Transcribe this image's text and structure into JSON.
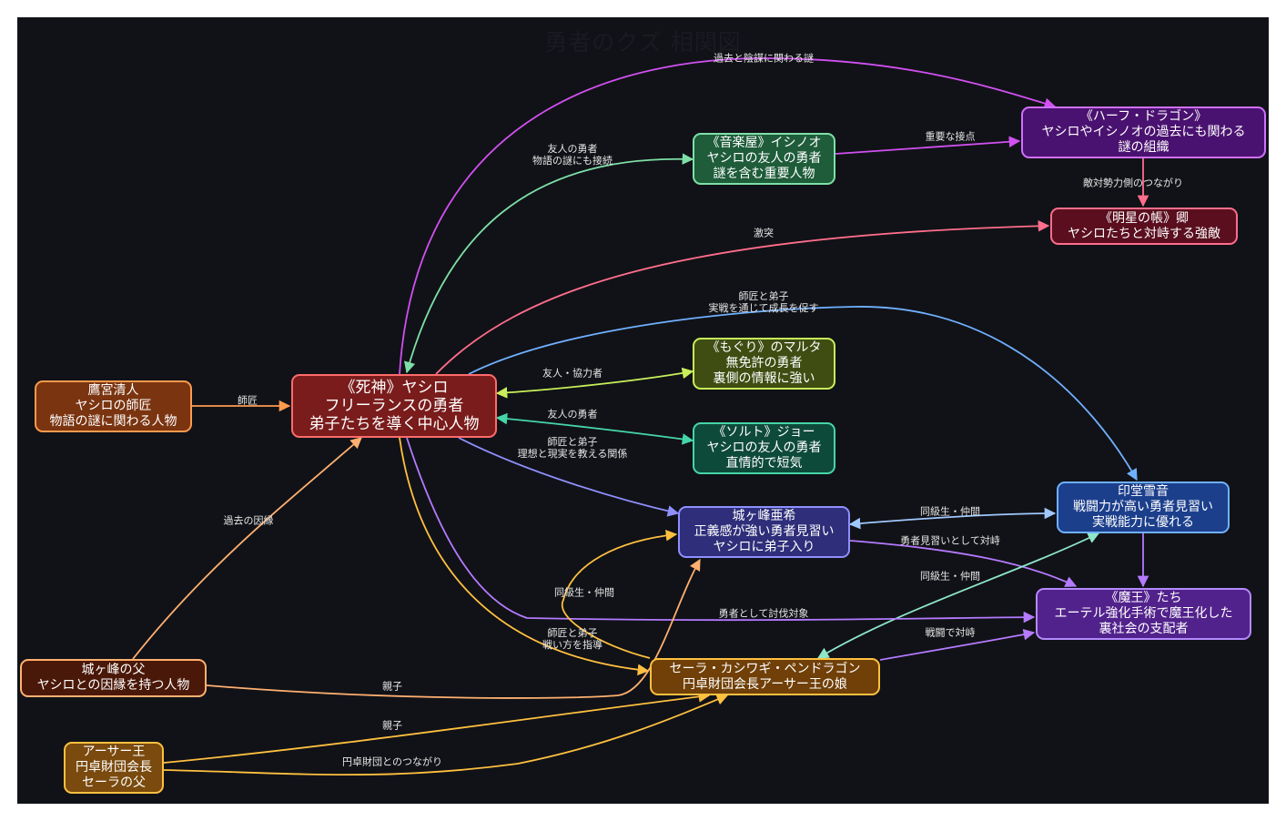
{
  "title": "勇者のクズ 相関図",
  "nodes": {
    "yashiro": {
      "lines": [
        "《死神》ヤシロ",
        "フリーランスの勇者",
        "弟子たちを導く中心人物"
      ],
      "bg": "#7a1c1c",
      "border": "#ff6b6b"
    },
    "takamiya": {
      "lines": [
        "鷹宮清人",
        "ヤシロの師匠",
        "物語の謎に関わる人物"
      ],
      "bg": "#7a3410",
      "border": "#ff9a4d"
    },
    "jougamine_father": {
      "lines": [
        "城ヶ峰の父",
        "ヤシロとの因縁を持つ人物"
      ],
      "bg": "#4a1808",
      "border": "#ffb070"
    },
    "arthur": {
      "lines": [
        "アーサー王",
        "円卓財団会長",
        "セーラの父"
      ],
      "bg": "#7a4a0e",
      "border": "#ffc040"
    },
    "ishinoo": {
      "lines": [
        "《音楽屋》イシノオ",
        "ヤシロの友人の勇者",
        "謎を含む重要人物"
      ],
      "bg": "#1e5c3a",
      "border": "#7ee0a8"
    },
    "marta": {
      "lines": [
        "《もぐり》のマルタ",
        "無免許の勇者",
        "裏側の情報に強い"
      ],
      "bg": "#3f4d12",
      "border": "#c8ef5a"
    },
    "joe": {
      "lines": [
        "《ソルト》ジョー",
        "ヤシロの友人の勇者",
        "直情的で短気"
      ],
      "bg": "#0e4a3a",
      "border": "#45d6a8"
    },
    "half_dragon": {
      "lines": [
        "《ハーフ・ドラゴン》",
        "ヤシロやイシノオの過去にも関わる",
        "謎の組織"
      ],
      "bg": "#4a1270",
      "border": "#d070ff"
    },
    "myojo": {
      "lines": [
        "《明星の帳》卿",
        "ヤシロたちと対峙する強敵"
      ],
      "bg": "#5a0e1e",
      "border": "#ff6e8c"
    },
    "jougamine": {
      "lines": [
        "城ヶ峰亜希",
        "正義感が強い勇者見習い",
        "ヤシロに弟子入り"
      ],
      "bg": "#2e2e7a",
      "border": "#8f8fff"
    },
    "indou": {
      "lines": [
        "印堂雪音",
        "戦闘力が高い勇者見習い",
        "実戦能力に優れる"
      ],
      "bg": "#1c3f8c",
      "border": "#70b0ff"
    },
    "maou": {
      "lines": [
        "《魔王》たち",
        "エーテル強化手術で魔王化した",
        "裏社会の支配者"
      ],
      "bg": "#52228c",
      "border": "#b48aff"
    },
    "sera": {
      "lines": [
        "セーラ・カシワギ・ペンドラゴン",
        "円卓財団会長アーサー王の娘"
      ],
      "bg": "#704008",
      "border": "#ffc040"
    }
  },
  "edges": {
    "e_takamiya_yashiro": {
      "label": [
        "師匠"
      ],
      "color": "#ff9a4d"
    },
    "e_father_yashiro": {
      "label": [
        "過去の因縁"
      ],
      "color": "#ffb070"
    },
    "e_yashiro_half": {
      "label": [
        "過去と陰謀に関わる謎"
      ],
      "color": "#d050f0"
    },
    "e_ishinoo_yashiro": {
      "label": [
        "友人の勇者",
        "物語の謎にも接続"
      ],
      "color": "#7ee0a8"
    },
    "e_ishinoo_half": {
      "label": [
        "重要な接点"
      ],
      "color": "#d050f0"
    },
    "e_half_myojo": {
      "label": [
        "敵対勢力側のつながり"
      ],
      "color": "#ff6e8c"
    },
    "e_yashiro_myojo": {
      "label": [
        "激突"
      ],
      "color": "#ff6e8c"
    },
    "e_yashiro_indou": {
      "label": [
        "師匠と弟子",
        "実戦を通じて成長を促す"
      ],
      "color": "#70b0ff"
    },
    "e_marta_yashiro": {
      "label": [
        "友人・協力者"
      ],
      "color": "#c8ef5a"
    },
    "e_joe_yashiro": {
      "label": [
        "友人の勇者"
      ],
      "color": "#45d6a8"
    },
    "e_yashiro_jougamine": {
      "label": [
        "師匠と弟子",
        "理想と現実を教える関係"
      ],
      "color": "#8f8fff"
    },
    "e_jougamine_indou": {
      "label": [
        "同級生・仲間"
      ],
      "color": "#9fc8ff"
    },
    "e_jougamine_maou": {
      "label": [
        "勇者見習いとして対峙"
      ],
      "color": "#b47aff"
    },
    "e_indou_maou": {
      "label": [
        "戦闘で対峙"
      ],
      "color": "#b47aff"
    },
    "e_sera_indou": {
      "label": [
        "同級生・仲間"
      ],
      "color": "#8ee8c8"
    },
    "e_yashiro_maou": {
      "label": [
        "勇者として討伐対象"
      ],
      "color": "#b47aff"
    },
    "e_sera_jougamine": {
      "label": [
        "同級生・仲間"
      ],
      "color": "#ffc040"
    },
    "e_yashiro_sera": {
      "label": [
        "師匠と弟子",
        "戦い方を指導"
      ],
      "color": "#ffc040"
    },
    "e_sera_maou": {
      "label": [
        "戦闘で対峙"
      ],
      "color": "#b47aff"
    },
    "e_father_jougamine": {
      "label": [
        "親子"
      ],
      "color": "#ffb070"
    },
    "e_arthur_sera": {
      "label": [
        "親子"
      ],
      "color": "#ffc040"
    },
    "e_arthur_sera2": {
      "label": [
        "円卓財団とのつながり"
      ],
      "color": "#ffc040"
    }
  }
}
